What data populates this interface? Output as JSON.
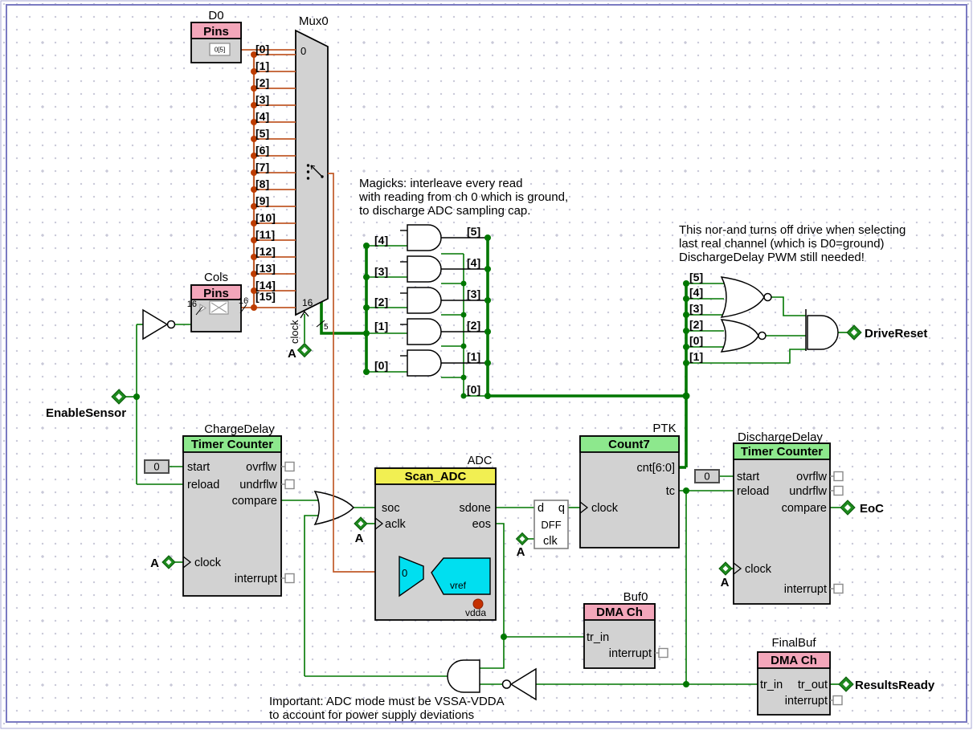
{
  "annotations": {
    "magicks": {
      "line1": "Magicks: interleave every read",
      "line2": "with reading from ch 0 which is ground,",
      "line3": "to discharge ADC sampling cap."
    },
    "nor_and": {
      "line1": "This nor-and turns off drive when selecting",
      "line2": "last real channel (which is D0=ground)",
      "line3": "DischargeDelay PWM still needed!"
    },
    "important": {
      "line1": "Important: ADC mode must be VSSA-VDDA",
      "line2": "to account for power supply deviations"
    }
  },
  "terminals": {
    "enable_sensor": "EnableSensor",
    "drive_reset": "DriveReset",
    "eoc": "EoC",
    "results_ready": "ResultsReady",
    "clock_a": "A"
  },
  "d0": {
    "title": "D0",
    "type": "Pins",
    "icon_label": "0[5]"
  },
  "cols": {
    "title": "Cols",
    "type": "Pins",
    "bus_width_left": "16",
    "bus_width_right": "16"
  },
  "mux0": {
    "title": "Mux0",
    "input0_label": "0",
    "bottom_label": "16",
    "select_width": "5",
    "clock_label": "clock",
    "channels": [
      "[0]",
      "[1]",
      "[2]",
      "[3]",
      "[4]",
      "[5]",
      "[6]",
      "[7]",
      "[8]",
      "[9]",
      "[10]",
      "[11]",
      "[12]",
      "[13]",
      "[14]",
      "[15]"
    ]
  },
  "and_array": {
    "input_labels": [
      "[4]",
      "[3]",
      "[2]",
      "[1]",
      "[0]"
    ],
    "output_labels": [
      "[5]",
      "[4]",
      "[3]",
      "[2]",
      "[1]",
      "[0]"
    ]
  },
  "nor_block": {
    "bus_labels": [
      "[5]",
      "[4]",
      "[3]",
      "[2]",
      "[0]",
      "[1]"
    ]
  },
  "charge_delay": {
    "title": "ChargeDelay",
    "type": "Timer Counter",
    "const0": "0",
    "pins": {
      "start": "start",
      "reload": "reload",
      "ovrflw": "ovrflw",
      "undrflw": "undrflw",
      "compare": "compare",
      "clock": "clock",
      "interrupt": "interrupt"
    }
  },
  "adc": {
    "title": "ADC",
    "type": "Scan_ADC",
    "pins": {
      "soc": "soc",
      "aclk": "aclk",
      "sdone": "sdone",
      "eos": "eos"
    },
    "internal": {
      "mux_label": "0",
      "vref": "vref",
      "vdda": "vdda"
    }
  },
  "dff": {
    "d": "d",
    "q": "q",
    "name": "DFF",
    "clk": "clk"
  },
  "ptk": {
    "title": "PTK",
    "type": "Count7",
    "pins": {
      "clock": "clock",
      "cnt": "cnt[6:0]",
      "tc": "tc"
    }
  },
  "discharge_delay": {
    "title": "DischargeDelay",
    "type": "Timer Counter",
    "const0": "0",
    "pins": {
      "start": "start",
      "reload": "reload",
      "ovrflw": "ovrflw",
      "undrflw": "undrflw",
      "compare": "compare",
      "clock": "clock",
      "interrupt": "interrupt"
    }
  },
  "buf0": {
    "title": "Buf0",
    "type": "DMA Ch",
    "pins": {
      "tr_in": "tr_in",
      "interrupt": "interrupt"
    }
  },
  "final_buf": {
    "title": "FinalBuf",
    "type": "DMA Ch",
    "pins": {
      "tr_in": "tr_in",
      "tr_out": "tr_out",
      "interrupt": "interrupt"
    }
  },
  "colors": {
    "header_pink": "#f3a6ba",
    "header_green": "#8de88d",
    "header_yellow": "#f1ef52",
    "body_gray": "#d2d2d2",
    "wire_green": "#007700",
    "wire_orange": "#c05a28",
    "terminal_green": "#1e8a1e",
    "analog_cyan": "#00dff0",
    "frame_blue": "#7a7ac2"
  }
}
